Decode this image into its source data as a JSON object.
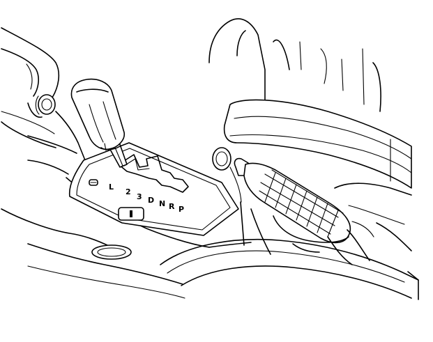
{
  "scene": {
    "subject": "line-drawing",
    "background_color": "#ffffff",
    "ink_color": "#000000"
  },
  "shifter": {
    "gear_labels": [
      "L",
      "2",
      "3",
      "D",
      "N",
      "R",
      "P"
    ],
    "icon": "gear-shift-knob-icon"
  },
  "parking_brake": {
    "icon": "parking-brake-lever-icon"
  },
  "console": {
    "icons": [
      "indicator-lamp-icon",
      "cup-holder-icon",
      "ignition-bezel-icon",
      "seat-icon"
    ]
  }
}
